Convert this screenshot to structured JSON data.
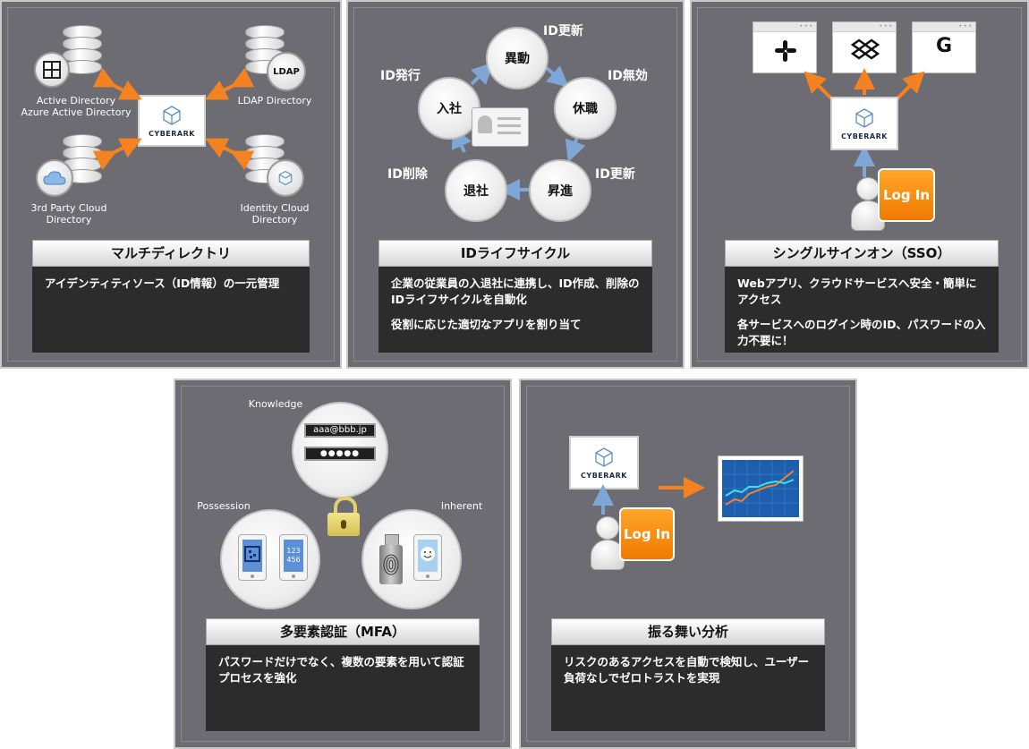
{
  "panels": {
    "multi_directory": {
      "title": "マルチディレクトリ",
      "desc": [
        "アイデンティティソース（ID情報）の一元管理"
      ],
      "labels": {
        "ad": "Active Directory\nAzure Active Directory",
        "ldap": "LDAP Directory",
        "cloud3": "3rd Party Cloud\nDirectory",
        "identity_cloud": "Identity Cloud\nDirectory"
      },
      "ldap_badge": "LDAP",
      "cyberark": "CYBERARK"
    },
    "id_lifecycle": {
      "title": "IDライフサイクル",
      "desc": [
        "企業の従業員の入退社に連携し、ID作成、削除のIDライフサイクルを自動化",
        "役割に応じた適切なアプリを割り当て"
      ],
      "stages": {
        "ido": "異動",
        "kyushoku": "休職",
        "shoshin": "昇進",
        "taisha": "退社",
        "nyusha": "入社"
      },
      "events": {
        "update1": "ID更新",
        "invalid": "ID無効",
        "update2": "ID更新",
        "delete": "ID削除",
        "issue": "ID発行"
      }
    },
    "sso": {
      "title": "シングルサインオン（SSO）",
      "desc": [
        "Webアプリ、クラウドサービスへ安全・簡単にアクセス",
        "各サービスへのログイン時のID、パスワードの入力不要に！"
      ],
      "apps": [
        "slack-icon",
        "dropbox-icon",
        "google-icon"
      ],
      "app_g": "G",
      "cyberark": "CYBERARK",
      "login": "Log In"
    },
    "mfa": {
      "title": "多要素認証（MFA）",
      "desc": [
        "パスワードだけでなく、複数の要素を用いて認証プロセスを強化"
      ],
      "factors": {
        "knowledge": "Knowledge",
        "possession": "Possession",
        "inherent": "Inherent"
      },
      "username": "aaa@bbb.jp",
      "password": "●●●●●",
      "otp": "123\n456"
    },
    "behavior": {
      "title": "振る舞い分析",
      "desc": [
        "リスクのあるアクセスを自動で検知し、ユーザー負荷なしでゼロトラストを実現"
      ],
      "cyberark": "CYBERARK",
      "login": "Log In"
    }
  },
  "colors": {
    "panel_bg": "#6d6c72",
    "desc_bg": "#2c2c2c",
    "orange": "#f58220",
    "blue_arrow": "#7fa6d6"
  }
}
